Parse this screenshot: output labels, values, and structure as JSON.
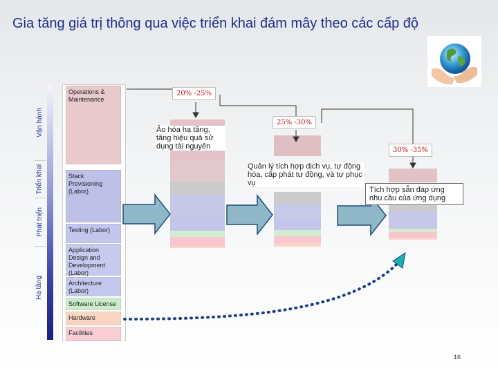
{
  "title": "Gia tăng giá trị thông qua việc triển khai đám mây theo các cấp độ",
  "phases": {
    "van_hanh": "Vận hành",
    "trien_khai": "Triển khai",
    "phat_trien": "Phát triển",
    "ha_tang": "Hạ tầng"
  },
  "stack_labels": [
    {
      "text": "Operations & Maintenance",
      "color": "#e8cacd"
    },
    {
      "text": "Stack Provisioning (Labor)",
      "color": "#bfc0e8"
    },
    {
      "text": "Testing (Labor)",
      "color": "#c3c5ec"
    },
    {
      "text": "Application Design and Development (Labor)",
      "color": "#c7c9ef"
    },
    {
      "text": "Architecture (Labor)",
      "color": "#c4c8ee"
    },
    {
      "text": "Software License",
      "color": "#c9ecc9"
    },
    {
      "text": "Hardware",
      "color": "#f9d6c4"
    },
    {
      "text": "Facilities",
      "color": "#f8cdd5"
    }
  ],
  "stages": [
    {
      "pct": "20% -25%",
      "note": "Ảo hóa hạ tầng, tăng hiệu quả sử dụng tài nguyên"
    },
    {
      "pct": "25% -30%",
      "note": "Quản lý tích hợp dịch vụ, tự động hóa, cấp phát tự động, và tự phục vụ"
    },
    {
      "pct": "30% -35%",
      "note": "Tích hợp sẵn đáp ứng nhu cầu của ứng dụng"
    }
  ],
  "colors": {
    "title": "#1b2c8a",
    "percent": "#c0141c",
    "arrow": "#1e4f7a",
    "arrow_fill": "#8fb7c8",
    "operations": "#e3c0c6",
    "stack": "#c8c8e4",
    "software": "#d3ecd0",
    "hardware": "#fad5c6",
    "facilities": "#f7c6ce"
  },
  "icons": [
    "globe-icon",
    "right-arrow-icon",
    "down-arrow-icon",
    "dotted-curve-arrow-icon"
  ],
  "page_number": "16"
}
